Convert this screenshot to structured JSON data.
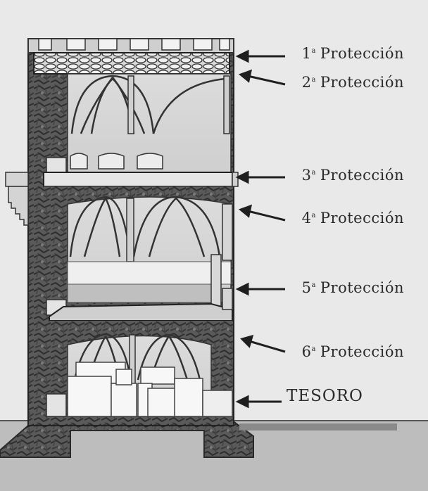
{
  "labels": [
    {
      "num": "1",
      "ord": "a",
      "text": "Protección"
    },
    {
      "num": "2",
      "ord": "a",
      "text": "Protección"
    },
    {
      "num": "3",
      "ord": "a",
      "text": "Protección"
    },
    {
      "num": "4",
      "ord": "a",
      "text": "Protección"
    },
    {
      "num": "5",
      "ord": "a",
      "text": "Protección"
    },
    {
      "num": "6",
      "ord": "a",
      "text": "Protección"
    }
  ],
  "treasure_label": "TESORO"
}
